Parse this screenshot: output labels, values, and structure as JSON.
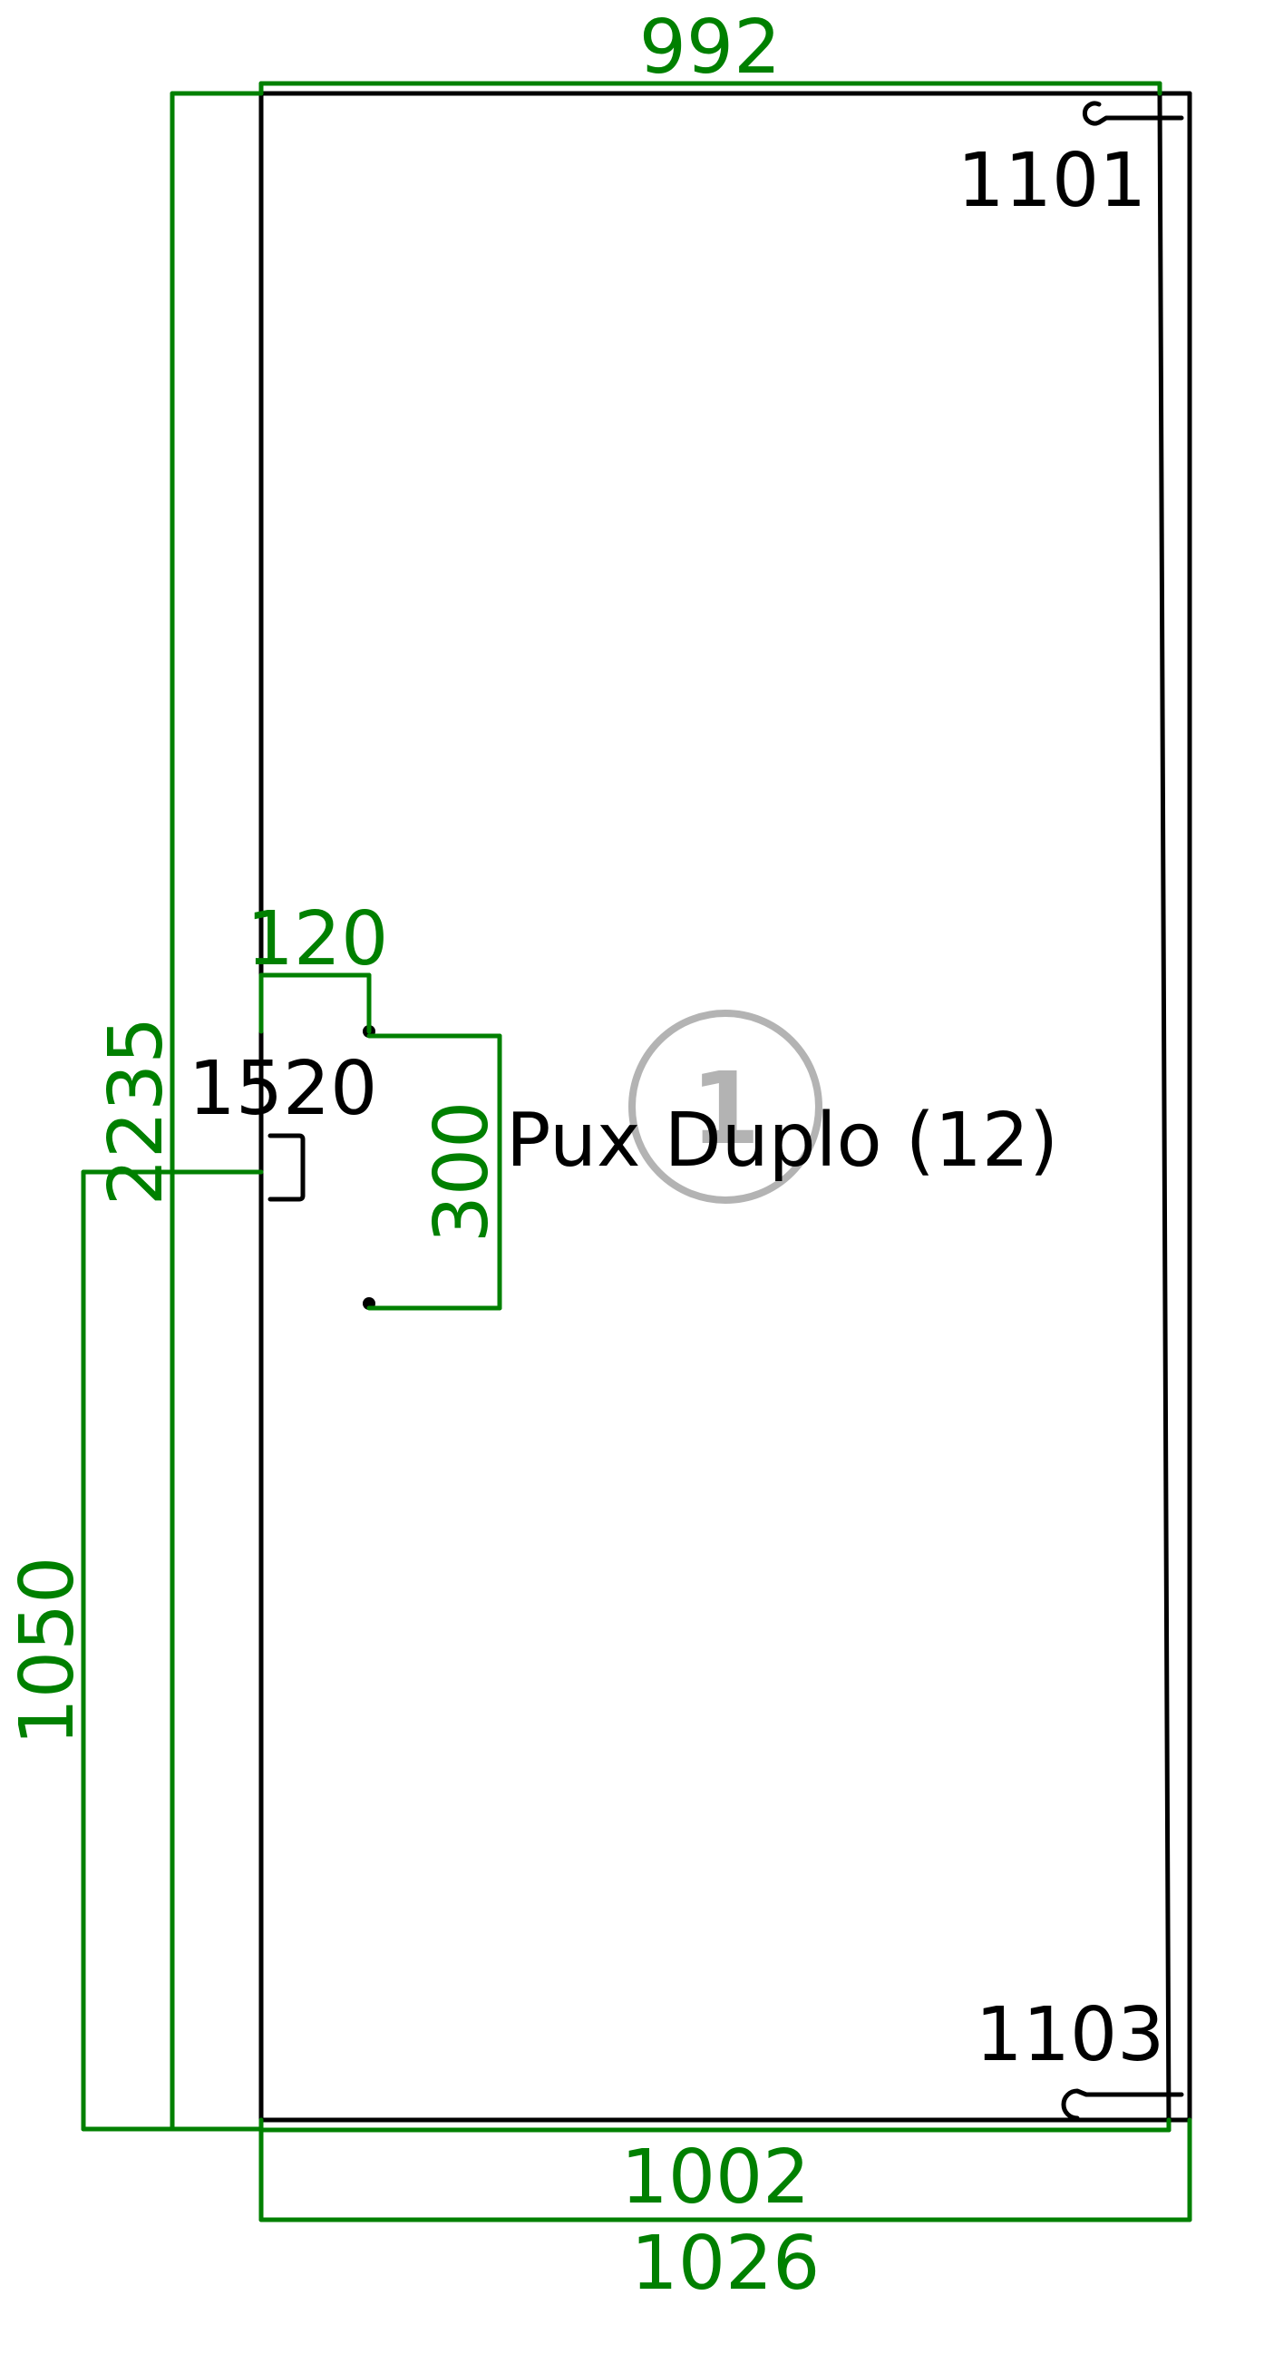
{
  "dimensions": {
    "top_width": "992",
    "bottom_inner_width": "1002",
    "bottom_outer_width": "1026",
    "total_height": "2235",
    "hinge_height": "1050",
    "handle_offset": "120",
    "handle_spacing": "300"
  },
  "labels": {
    "top_hinge": "1101",
    "bottom_hinge": "1103",
    "lock": "1520",
    "handle": "Pux Duplo (12)"
  },
  "badge": {
    "number": "1"
  },
  "colors": {
    "dimension": "#008000",
    "outline": "#000000",
    "badge": "#b3b3b3"
  }
}
